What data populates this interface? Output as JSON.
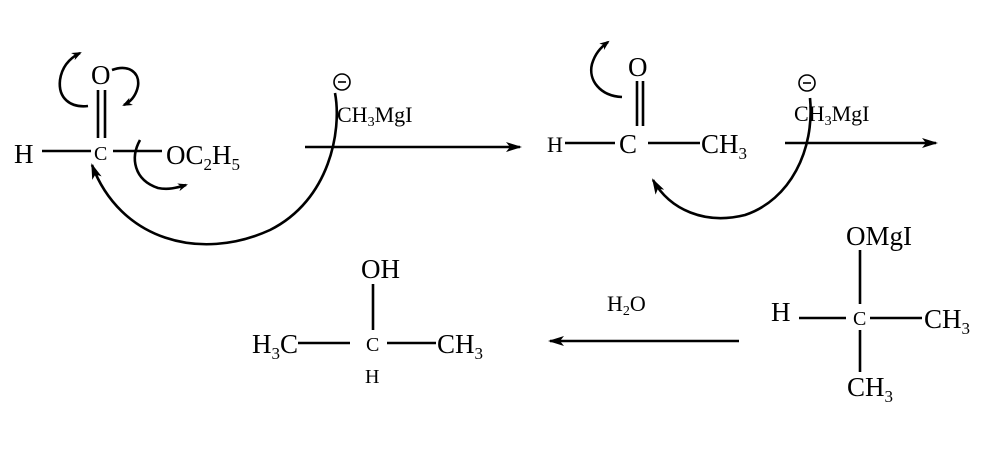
{
  "ester": {
    "h": "H",
    "c": "C",
    "o": "O",
    "oc2h5": {
      "a": "OC",
      "b": "2",
      "c": "H",
      "d": "5"
    }
  },
  "reagent1": {
    "charge": "−",
    "a": "CH",
    "b": "3",
    "c": "MgI"
  },
  "aldehyde": {
    "h": "H",
    "c": "C",
    "o": "O",
    "ch3": {
      "a": "CH",
      "b": "3"
    }
  },
  "reagent2": {
    "charge": "−",
    "a": "CH",
    "b": "3",
    "c": "MgI"
  },
  "alkoxide": {
    "omgi": "OMgI",
    "h": "H",
    "c": "C",
    "ch3_right": {
      "a": "CH",
      "b": "3"
    },
    "ch3_bottom": {
      "a": "CH",
      "b": "3"
    }
  },
  "reagent3": {
    "a": "H",
    "b": "2",
    "c": "O"
  },
  "product": {
    "oh": "OH",
    "h3c": {
      "a": "H",
      "b": "3",
      "c": "C"
    },
    "c": "C",
    "h": "H",
    "ch3": {
      "a": "CH",
      "b": "3"
    }
  },
  "colors": {
    "ink": "#000000",
    "background": "#ffffff"
  }
}
